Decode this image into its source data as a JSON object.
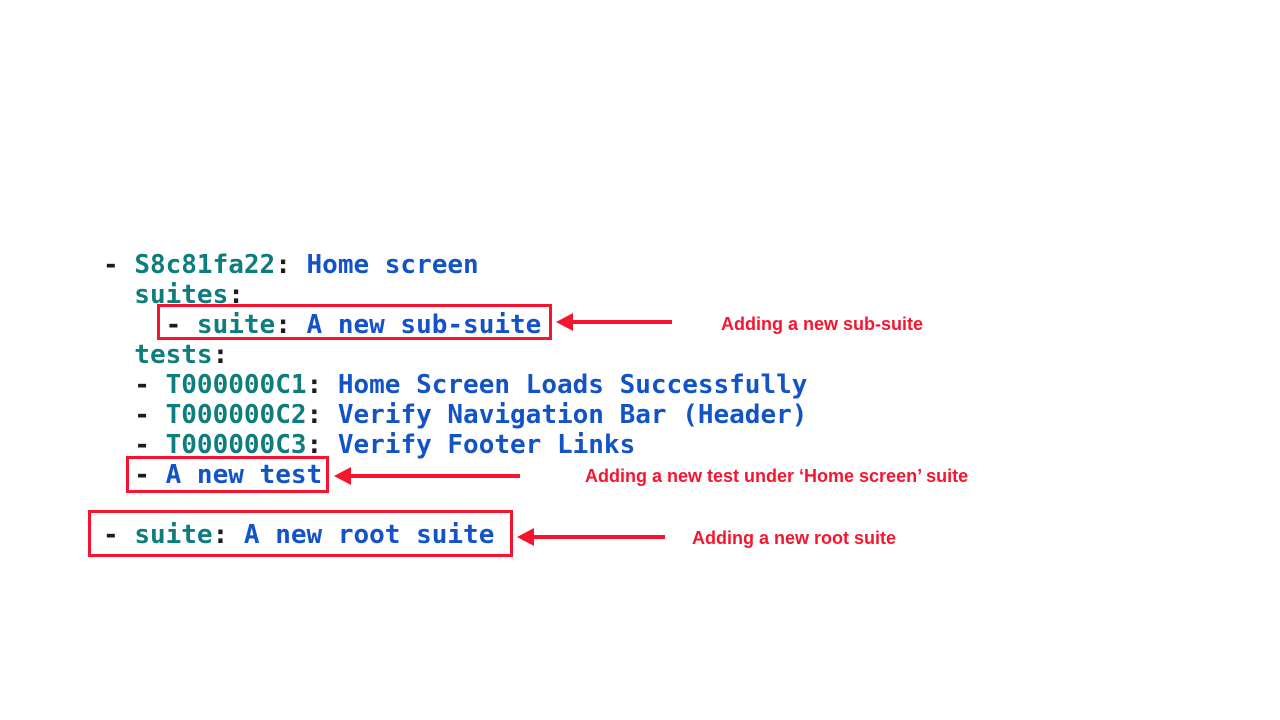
{
  "colors": {
    "key_teal": "#0d7d7d",
    "value_blue": "#1353c8",
    "punct_black": "#1c1c1c",
    "annotation_red": "#f8142f",
    "background": "#ffffff"
  },
  "code": {
    "language": "yaml",
    "lines": [
      {
        "segments": [
          {
            "t": "- "
          },
          {
            "t": "S8c81fa22"
          },
          {
            "t": ":"
          },
          {
            "t": " Home screen"
          }
        ]
      },
      {
        "segments": [
          {
            "t": "  suites"
          },
          {
            "t": ":"
          }
        ]
      },
      {
        "segments": [
          {
            "t": "    - "
          },
          {
            "t": "suite"
          },
          {
            "t": ":"
          },
          {
            "t": " A new sub-suite"
          }
        ]
      },
      {
        "segments": [
          {
            "t": "  tests"
          },
          {
            "t": ":"
          }
        ]
      },
      {
        "segments": [
          {
            "t": "  - "
          },
          {
            "t": "T000000C1"
          },
          {
            "t": ":"
          },
          {
            "t": " Home Screen Loads Successfully"
          }
        ]
      },
      {
        "segments": [
          {
            "t": "  - "
          },
          {
            "t": "T000000C2"
          },
          {
            "t": ":"
          },
          {
            "t": " Verify Navigation Bar (Header)"
          }
        ]
      },
      {
        "segments": [
          {
            "t": "  - "
          },
          {
            "t": "T000000C3"
          },
          {
            "t": ":"
          },
          {
            "t": " Verify Footer Links"
          }
        ]
      },
      {
        "segments": [
          {
            "t": "  - "
          },
          {
            "t": "A new test"
          }
        ]
      },
      {
        "segments": [
          {
            "t": ""
          }
        ]
      },
      {
        "segments": [
          {
            "t": "- "
          },
          {
            "t": "suite"
          },
          {
            "t": ":"
          },
          {
            "t": " A new root suite"
          }
        ]
      }
    ]
  },
  "annotations": [
    {
      "label": "Adding a new sub-suite"
    },
    {
      "label": "Adding a new test under ‘Home screen’ suite"
    },
    {
      "label": "Adding a new root suite"
    }
  ]
}
